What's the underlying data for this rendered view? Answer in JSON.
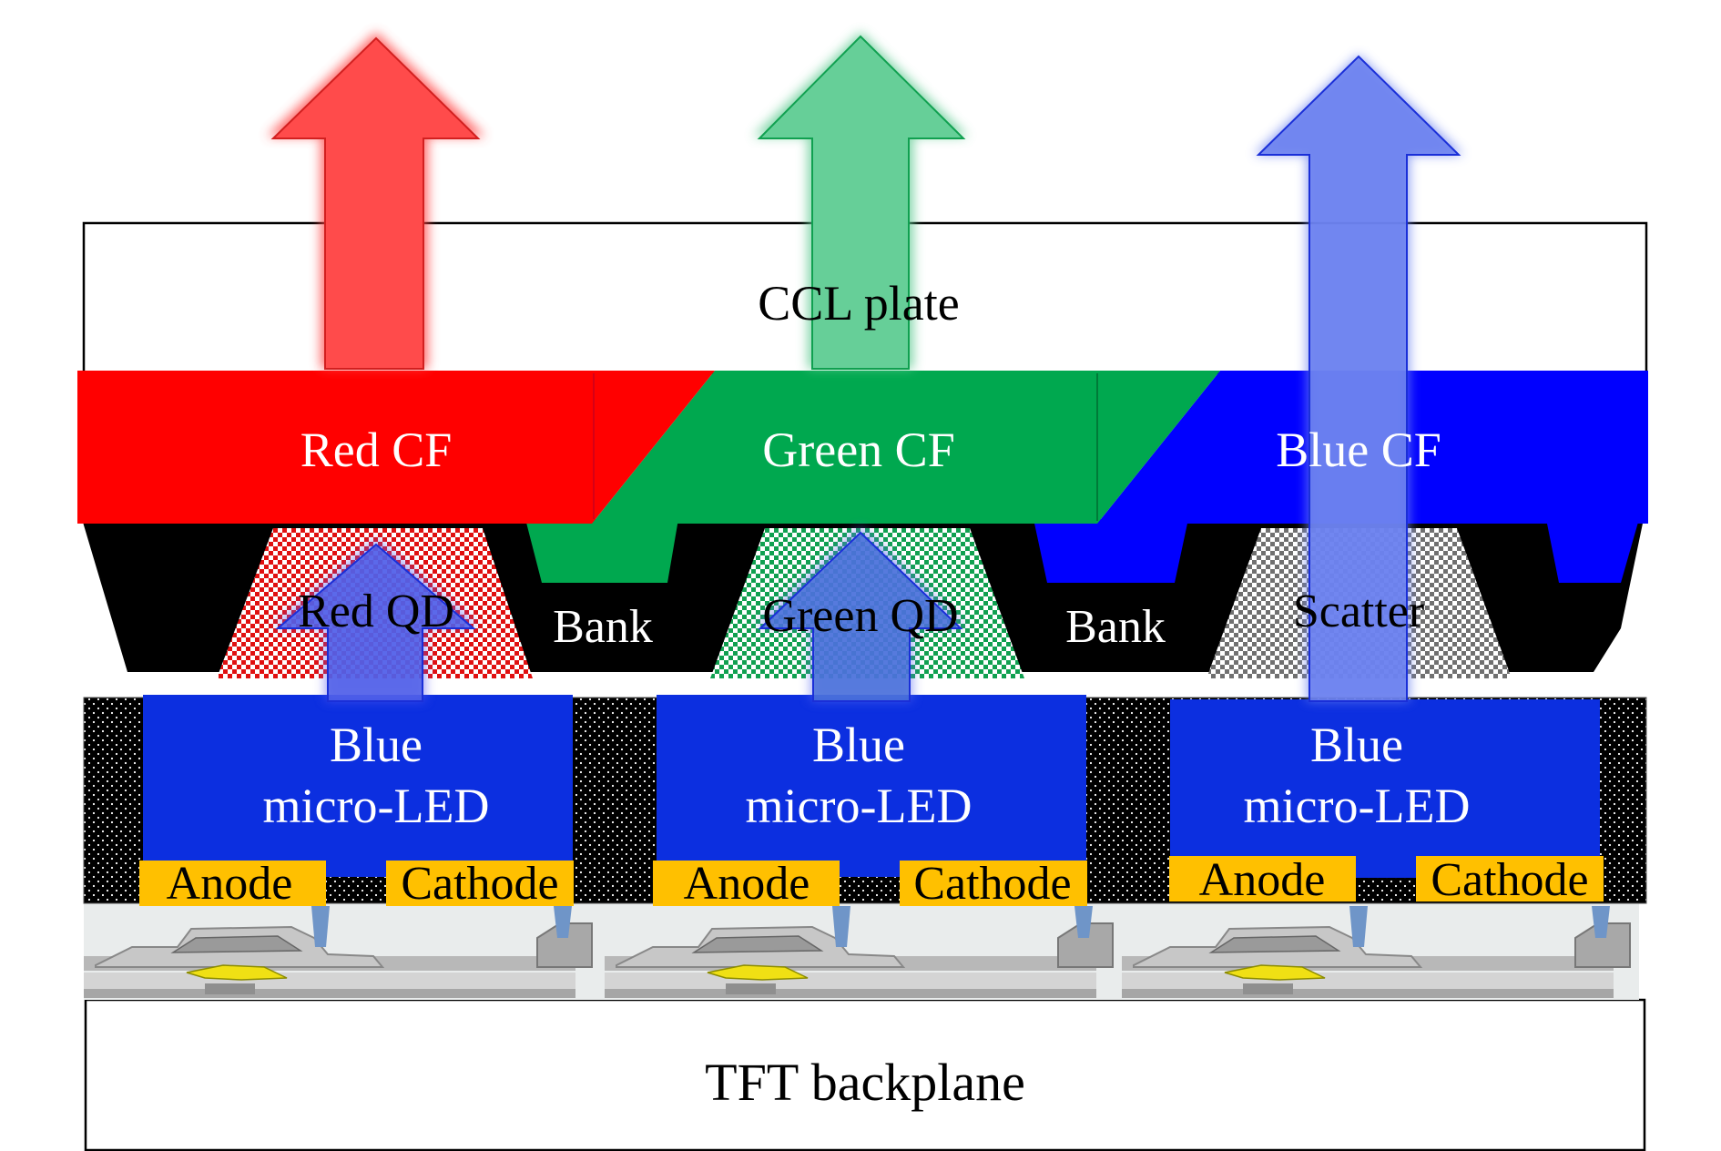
{
  "labels": {
    "ccl_plate": "CCL plate",
    "red_cf": "Red CF",
    "green_cf": "Green CF",
    "blue_cf": "Blue CF",
    "red_qd": "Red QD",
    "green_qd": "Green QD",
    "scatter": "Scatter",
    "bank": "Bank",
    "blue_led_line1": "Blue",
    "blue_led_line2": "micro-LED",
    "anode": "Anode",
    "cathode": "Cathode",
    "tft_backplane": "TFT backplane"
  },
  "colors": {
    "red_cf": "#ff0000",
    "green_cf": "#00a84f",
    "blue_cf": "#0000ff",
    "micro_led": "#0c2fe0",
    "electrode": "#ffc000",
    "bank": "#000000",
    "red_arrow": "#ff4a4a",
    "green_arrow": "#64cc94",
    "blue_arrow": "#6c82ef"
  },
  "icons": [
    "red-light-arrow",
    "green-light-arrow",
    "blue-light-arrow",
    "tft-circuit"
  ]
}
